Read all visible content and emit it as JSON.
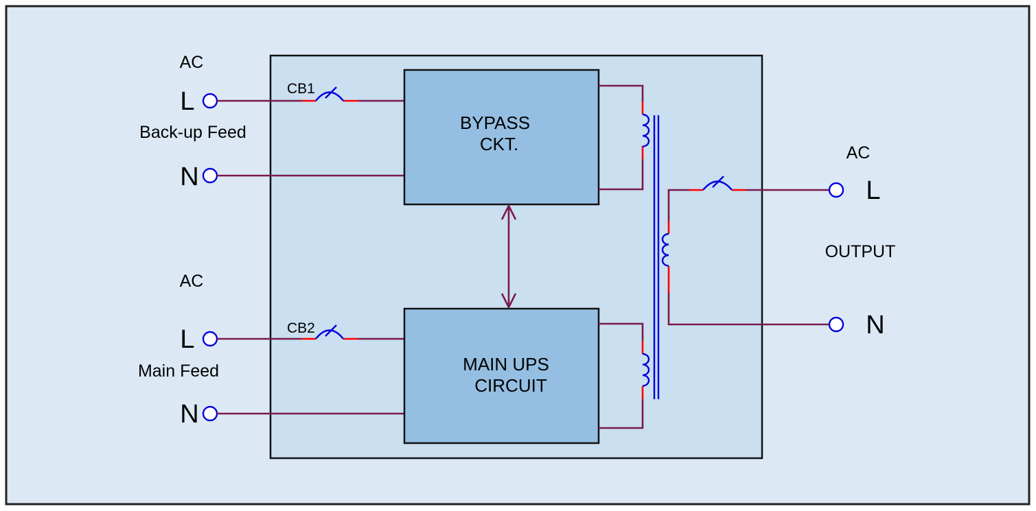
{
  "colors": {
    "background": "#dce9f5",
    "enclosure": "#cadff0",
    "block": "#95bfe2",
    "wire": "#7a1a4a",
    "contact": "#ff0000",
    "symbol": "#0000dd",
    "border": "#222222"
  },
  "backup_feed": {
    "ac_label": "AC",
    "l_label": "L",
    "n_label": "N",
    "feed_label": "Back-up Feed",
    "breaker_label": "CB1"
  },
  "main_feed": {
    "ac_label": "AC",
    "l_label": "L",
    "n_label": "N",
    "feed_label": "Main Feed",
    "breaker_label": "CB2"
  },
  "bypass_block": {
    "line1": "BYPASS",
    "line2": "CKT."
  },
  "main_ups_block": {
    "line1": "MAIN UPS",
    "line2": "CIRCUIT"
  },
  "output": {
    "ac_label": "AC",
    "l_label": "L",
    "n_label": "N",
    "output_label": "OUTPUT"
  }
}
